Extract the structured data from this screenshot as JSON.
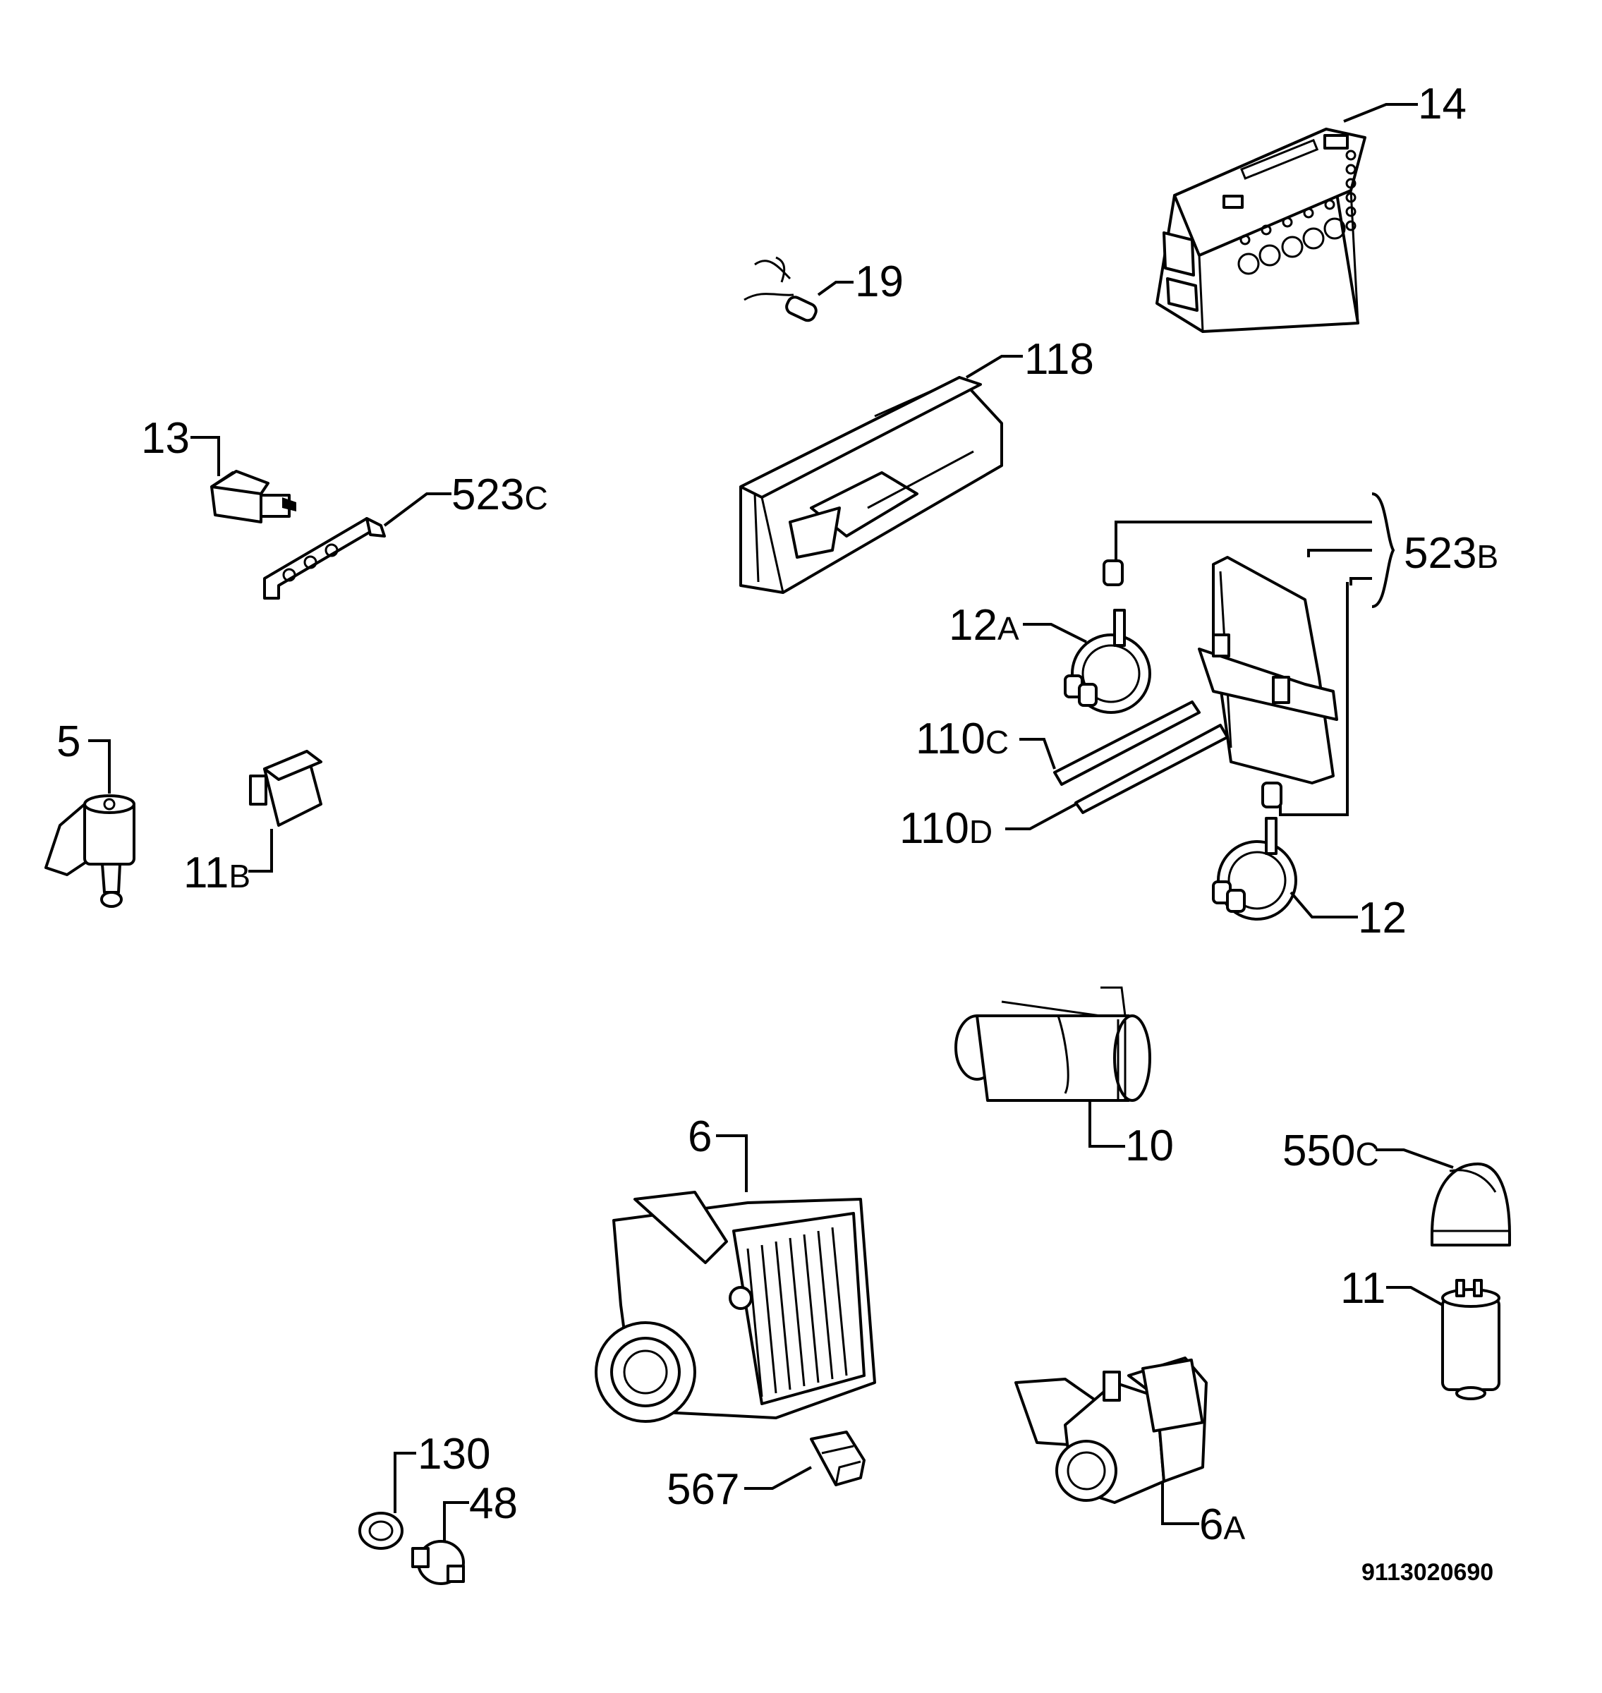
{
  "diagram": {
    "code": "9113020690",
    "labels": {
      "p14": {
        "num": "14",
        "sfx": ""
      },
      "p19": {
        "num": "19",
        "sfx": ""
      },
      "p118": {
        "num": "118",
        "sfx": ""
      },
      "p13": {
        "num": "13",
        "sfx": ""
      },
      "p523c": {
        "num": "523",
        "sfx": "C"
      },
      "p523b": {
        "num": "523",
        "sfx": "B"
      },
      "p12a": {
        "num": "12",
        "sfx": "A"
      },
      "p5": {
        "num": "5",
        "sfx": ""
      },
      "p110c": {
        "num": "110",
        "sfx": "C"
      },
      "p11b": {
        "num": "11",
        "sfx": "B"
      },
      "p110d": {
        "num": "110",
        "sfx": "D"
      },
      "p12": {
        "num": "12",
        "sfx": ""
      },
      "p10": {
        "num": "10",
        "sfx": ""
      },
      "p6": {
        "num": "6",
        "sfx": ""
      },
      "p550c": {
        "num": "550",
        "sfx": "C"
      },
      "p11": {
        "num": "11",
        "sfx": ""
      },
      "p130": {
        "num": "130",
        "sfx": ""
      },
      "p48": {
        "num": "48",
        "sfx": ""
      },
      "p567": {
        "num": "567",
        "sfx": ""
      },
      "p6a": {
        "num": "6",
        "sfx": "A"
      }
    }
  }
}
